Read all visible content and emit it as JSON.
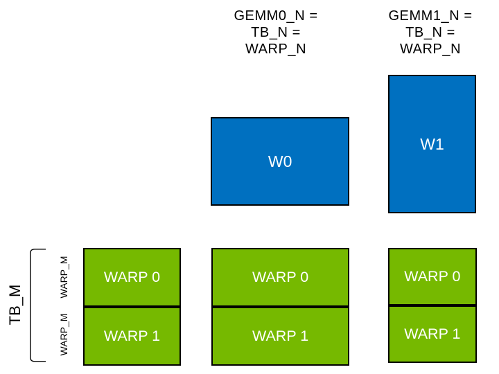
{
  "diagram": {
    "description": "GEMM thread-block / warp tiling diagram",
    "background": "#ffffff"
  },
  "colors": {
    "blue": "#0070c0",
    "green": "#76b900",
    "border": "#000000",
    "text_dark": "#000000",
    "text_light": "#ffffff"
  },
  "top_labels": [
    {
      "lines": [
        "GEMM0_N =",
        "TB_N =",
        "WARP_N"
      ]
    },
    {
      "lines": [
        "GEMM1_N =",
        "TB_N =",
        "WARP_N"
      ]
    }
  ],
  "blue_boxes": [
    {
      "label": "W0"
    },
    {
      "label": "W1"
    }
  ],
  "green_boxes": [
    {
      "cells": [
        "WARP 0",
        "WARP 1"
      ]
    },
    {
      "cells": [
        "WARP 0",
        "WARP 1"
      ]
    },
    {
      "cells": [
        "WARP 0",
        "WARP 1"
      ]
    }
  ],
  "side_labels": {
    "tb_m": "TB_M",
    "warp_m_top": "WARP_M",
    "warp_m_bottom": "WARP_M"
  }
}
